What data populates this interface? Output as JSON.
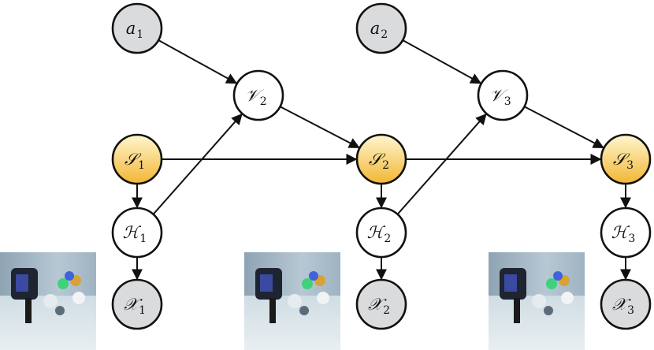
{
  "diagram": {
    "colors": {
      "observed_fill": "#d9dbdd",
      "latent_fill": "#ffffff",
      "state_fill_top": "#fff3c2",
      "state_fill_bottom": "#f4b73a",
      "stroke": "#111111"
    },
    "nodes": [
      {
        "id": "a1",
        "glyph": "a",
        "sub": "1",
        "kind": "observed"
      },
      {
        "id": "a2",
        "glyph": "a",
        "sub": "2",
        "kind": "observed"
      },
      {
        "id": "V2",
        "glyph": "𝒱",
        "sub": "2",
        "kind": "latent"
      },
      {
        "id": "V3",
        "glyph": "𝒱",
        "sub": "3",
        "kind": "latent"
      },
      {
        "id": "S1",
        "glyph": "𝒮",
        "sub": "1",
        "kind": "state"
      },
      {
        "id": "S2",
        "glyph": "𝒮",
        "sub": "2",
        "kind": "state"
      },
      {
        "id": "S3",
        "glyph": "𝒮",
        "sub": "3",
        "kind": "state"
      },
      {
        "id": "H1",
        "glyph": "ℋ",
        "sub": "1",
        "kind": "latent"
      },
      {
        "id": "H2",
        "glyph": "ℋ",
        "sub": "2",
        "kind": "latent"
      },
      {
        "id": "H3",
        "glyph": "ℋ",
        "sub": "3",
        "kind": "latent"
      },
      {
        "id": "X1",
        "glyph": "𝒳",
        "sub": "1",
        "kind": "observed"
      },
      {
        "id": "X2",
        "glyph": "𝒳",
        "sub": "2",
        "kind": "observed"
      },
      {
        "id": "X3",
        "glyph": "𝒳",
        "sub": "3",
        "kind": "observed"
      }
    ],
    "edges": [
      [
        "a1",
        "V2"
      ],
      [
        "V2",
        "S2"
      ],
      [
        "S1",
        "S2"
      ],
      [
        "S1",
        "H1"
      ],
      [
        "H1",
        "V2"
      ],
      [
        "H1",
        "X1"
      ],
      [
        "a2",
        "V3"
      ],
      [
        "V3",
        "S3"
      ],
      [
        "S2",
        "S3"
      ],
      [
        "S2",
        "H2"
      ],
      [
        "H2",
        "V3"
      ],
      [
        "H2",
        "X2"
      ],
      [
        "S3",
        "H3"
      ],
      [
        "H3",
        "X3"
      ]
    ],
    "frames": [
      "frame-1",
      "frame-2",
      "frame-3"
    ]
  }
}
